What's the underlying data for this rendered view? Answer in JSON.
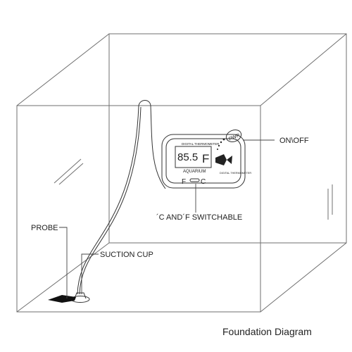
{
  "labels": {
    "on_off": "ON\\OFF",
    "switchable": "´C AND´F SWITCHABLE",
    "probe": "PROBE",
    "suction_cup": "SUCTION CUP"
  },
  "device": {
    "header": "DIGITAL THERMOMETER",
    "reading": "85.5",
    "unit": "F",
    "aquarium": "AQUARIUM",
    "sub_label": "DIGITAL THERMOMETER",
    "switch_left": "F",
    "switch_right": "C",
    "button": "PWR"
  },
  "caption": "Foundation Diagram",
  "colors": {
    "line": "#6f6f6f",
    "ink": "#222222",
    "background": "#ffffff"
  }
}
